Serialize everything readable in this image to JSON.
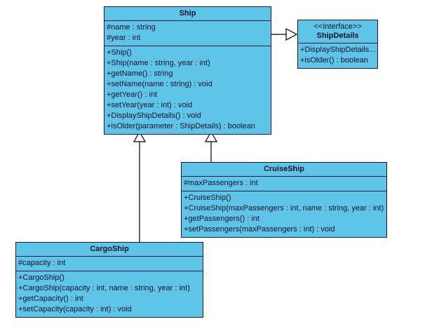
{
  "diagram": {
    "title": "Ship class hierarchy UML diagram",
    "type": "uml-class-diagram",
    "background_color": "#ffffff",
    "class_fill_color": "#5ec5e8",
    "border_color": "#1a1a3a"
  },
  "classes": {
    "ship": {
      "name": "Ship",
      "attributes": [
        "#name : string",
        "#year : int"
      ],
      "methods": [
        "+Ship()",
        "+Ship(name : string, year : int)",
        "+getName() : string",
        "+setName(name : string) : void",
        "+getYear() : int",
        "+setYear(year : int) : void",
        "+DisplayShipDetails() : void",
        "+isOlder(parameter : ShipDetails) : boolean"
      ]
    },
    "ship_details": {
      "stereotype": "<<Interface>>",
      "name": "ShipDetails",
      "methods": [
        "+DisplayShipDetails...",
        "+isOlder() : boolean"
      ]
    },
    "cruise_ship": {
      "name": "CruiseShip",
      "attributes": [
        "#maxPassengers : int"
      ],
      "methods": [
        "+CruiseShip()",
        "+CruiseShip(maxPassengers : int, name : string, year : int)",
        "+getPassengers() : int",
        "+setPassengers(maxPassengers : int) : void"
      ]
    },
    "cargo_ship": {
      "name": "CargoShip",
      "attributes": [
        "#capacity : int"
      ],
      "methods": [
        "+CargoShip()",
        "+CargoShip(capacity : int, name : string, year : int)",
        "+getCapacity() : int",
        "+setCapacity(capacity : int) : void"
      ]
    }
  },
  "relationships": [
    {
      "id": "ship-realizes-shipdetails",
      "kind": "realization",
      "from": "Ship",
      "to": "ShipDetails",
      "arrow": "hollow-triangle-right"
    },
    {
      "id": "cargoship-extends-ship",
      "kind": "generalization",
      "from": "CargoShip",
      "to": "Ship",
      "arrow": "hollow-triangle-up"
    },
    {
      "id": "cruiseship-extends-ship",
      "kind": "generalization",
      "from": "CruiseShip",
      "to": "Ship",
      "arrow": "hollow-triangle-up"
    }
  ]
}
